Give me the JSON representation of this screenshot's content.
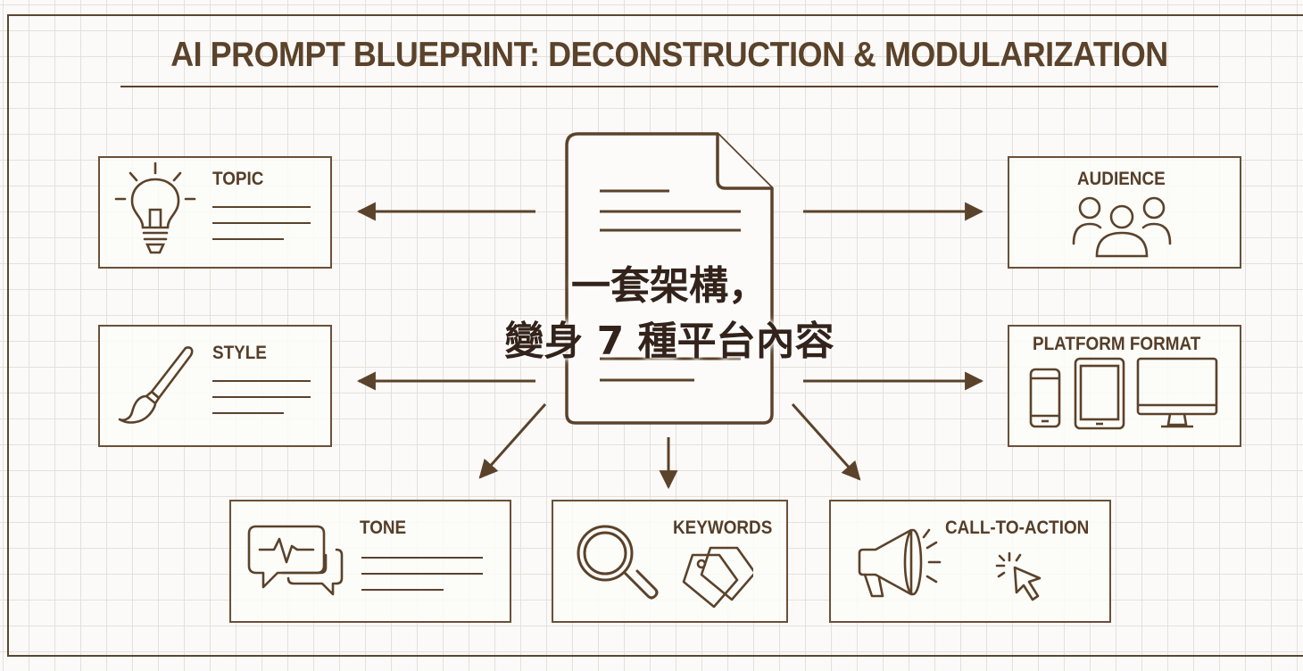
{
  "title": "AI PROMPT BLUEPRINT: DECONSTRUCTION & MODULARIZATION",
  "overlay": {
    "line1": "一套架構，",
    "line2": "變身 7 種平台內容"
  },
  "modules": {
    "topic": {
      "label": "TOPIC",
      "icon": "lightbulb-icon"
    },
    "style": {
      "label": "STYLE",
      "icon": "paintbrush-icon"
    },
    "tone": {
      "label": "TONE",
      "icon": "chat-bubbles-icon"
    },
    "keywords": {
      "label": "KEYWORDS",
      "icons": [
        "magnifier-icon",
        "tags-icon"
      ]
    },
    "cta": {
      "label": "CALL-TO-ACTION",
      "icons": [
        "megaphone-icon",
        "cursor-click-icon"
      ]
    },
    "audience": {
      "label": "AUDIENCE",
      "icon": "people-group-icon"
    },
    "platform": {
      "label": "PLATFORM FORMAT",
      "icons": [
        "phone-icon",
        "tablet-icon",
        "monitor-icon"
      ]
    }
  },
  "colors": {
    "ink": "#5b422a",
    "grid": "#e4e1dc",
    "paper": "#fbfaf8"
  }
}
